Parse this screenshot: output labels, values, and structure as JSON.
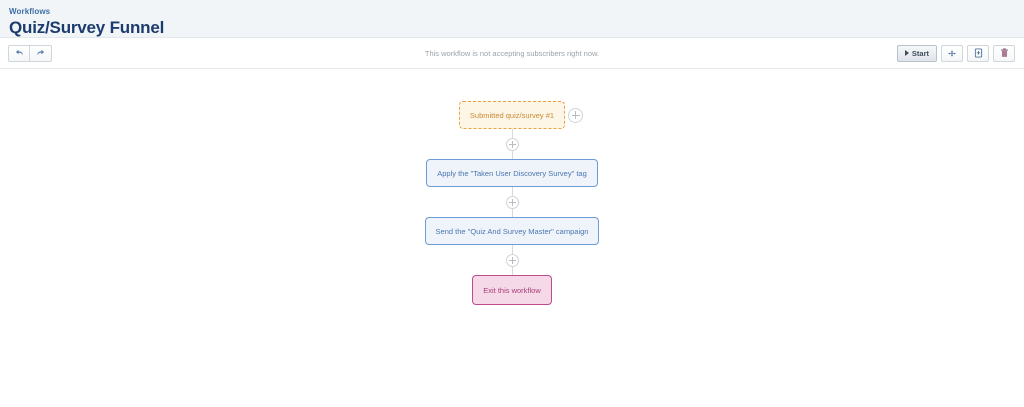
{
  "header": {
    "breadcrumb": "Workflows",
    "title": "Quiz/Survey Funnel"
  },
  "toolbar": {
    "undo_icon": "undo-arrow-icon",
    "redo_icon": "redo-arrow-icon",
    "status_text": "This workflow is not accepting subscribers right now.",
    "start_label": "Start",
    "start_icon": "play-triangle-icon",
    "move_icon": "move-arrows-icon",
    "duplicate_icon": "duplicate-document-icon",
    "delete_icon": "trash-can-icon"
  },
  "flow": {
    "add_step_icon": "plus-circle-icon",
    "nodes": [
      {
        "label": "Submitted quiz/survey #1",
        "type": "trigger"
      },
      {
        "label": "Apply the \"Taken User Discovery Survey\" tag",
        "type": "action"
      },
      {
        "label": "Send the \"Quiz And Survey Master\" campaign",
        "type": "action"
      },
      {
        "label": "Exit this workflow",
        "type": "exit"
      }
    ]
  },
  "colors": {
    "header_background": "#f2f5f7",
    "title": "#1d3c6e",
    "breadcrumb": "#3d6fa8",
    "trigger_border": "#e8a33d",
    "trigger_background": "#fdf6e7",
    "action_border": "#6d9bd6",
    "action_background": "#eff4fb",
    "exit_border": "#bf4a8c",
    "exit_background": "#f6d9e8",
    "connector_line": "#d6dade"
  }
}
